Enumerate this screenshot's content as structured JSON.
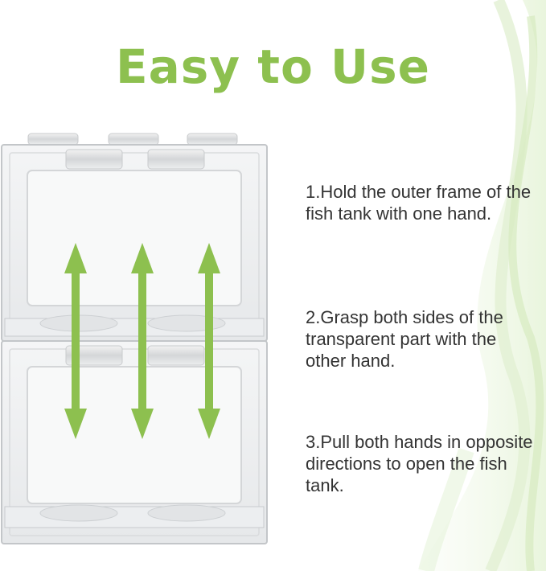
{
  "title": "Easy to Use",
  "steps": [
    "1.Hold the outer frame of the fish tank with one hand.",
    "2.Grasp both sides of the transparent part with the other hand.",
    "3.Pull both hands in opposite directions to open the fish tank."
  ],
  "colors": {
    "accent_green": "#8dc04f",
    "text": "#333333",
    "wave_green": "#dcefc9"
  },
  "icons": {
    "arrows": "double-headed-vertical-arrow-icon"
  }
}
